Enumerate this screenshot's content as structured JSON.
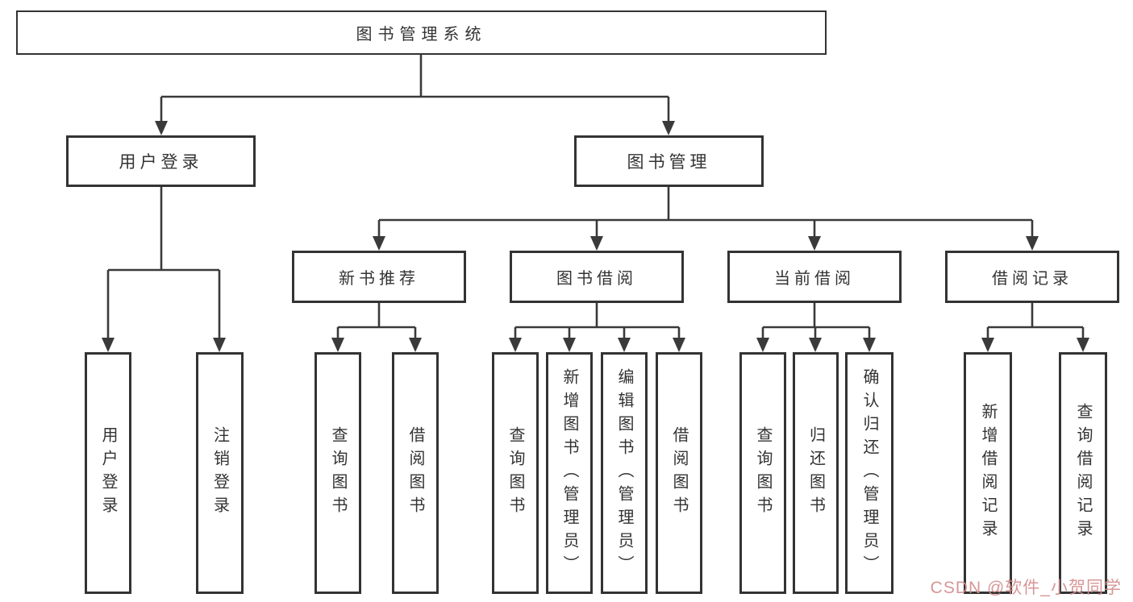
{
  "tree": {
    "root": {
      "label": "图书管理系统"
    },
    "branches": [
      {
        "label": "用户登录",
        "leaves": [
          {
            "label": "用户登录"
          },
          {
            "label": "注销登录"
          }
        ]
      },
      {
        "label": "图书管理",
        "groups": [
          {
            "label": "新书推荐",
            "leaves": [
              {
                "label": "查询图书"
              },
              {
                "label": "借阅图书"
              }
            ]
          },
          {
            "label": "图书借阅",
            "leaves": [
              {
                "label": "查询图书"
              },
              {
                "label": "新增图书（管理员）"
              },
              {
                "label": "编辑图书（管理员）"
              },
              {
                "label": "借阅图书"
              }
            ]
          },
          {
            "label": "当前借阅",
            "leaves": [
              {
                "label": "查询图书"
              },
              {
                "label": "归还图书"
              },
              {
                "label": "确认归还（管理员）"
              }
            ]
          },
          {
            "label": "借阅记录",
            "leaves": [
              {
                "label": "新增借阅记录"
              },
              {
                "label": "查询借阅记录"
              }
            ]
          }
        ]
      }
    ]
  },
  "watermark": {
    "text": "CSDN @软件_小贺同学"
  },
  "colors": {
    "line": "#3a3a3a",
    "box_border": "#333333",
    "box_fill": "#ffffff",
    "text": "#333333",
    "watermark": "#d48e8e",
    "background": "#ffffff"
  }
}
